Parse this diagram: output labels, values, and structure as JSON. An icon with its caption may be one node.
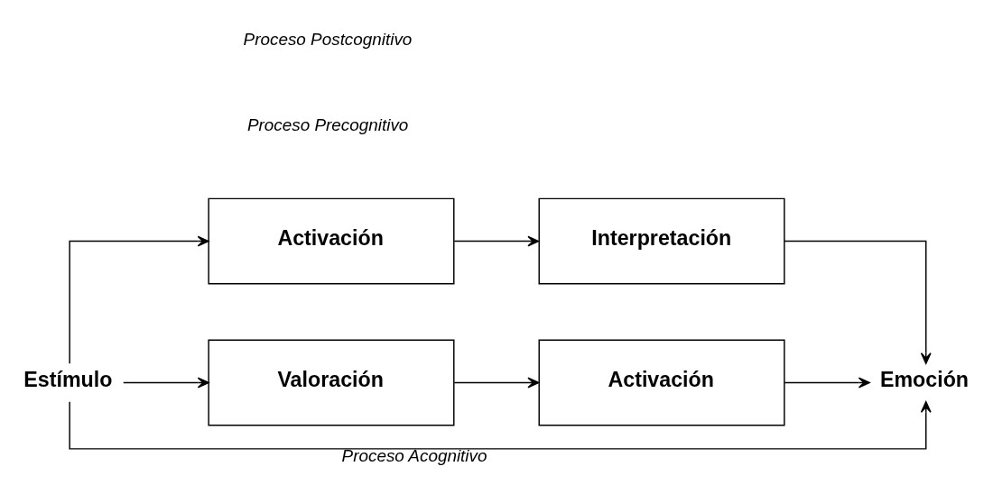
{
  "diagram": {
    "nodes": [
      {
        "text": [
          "Estímulo"
        ]
      },
      {
        "text": [
          "Activación"
        ]
      },
      {
        "text": [
          "Interpretación"
        ]
      },
      {
        "text": [
          "Valoración"
        ]
      },
      {
        "text": [
          "Activación"
        ]
      },
      {
        "text": [
          "Emoción"
        ]
      }
    ],
    "edges": [
      {
        "from": 0,
        "to": 1,
        "arrow": "to"
      },
      {
        "from": 1,
        "to": 2,
        "arrow": "to"
      },
      {
        "from": 2,
        "to": 5,
        "arrow": "to"
      },
      {
        "from": 0,
        "to": 5,
        "arrow": "to",
        "label": "Proceso Acognitivo"
      },
      {
        "from": 0,
        "to": 3,
        "arrow": "to"
      },
      {
        "from": 3,
        "to": 4,
        "arrow": "to"
      },
      {
        "from": 4,
        "to": 5,
        "arrow": "to"
      }
    ],
    "labels": [
      "Proceso Precognitivo",
      "Proceso Postcognitivo"
    ]
  }
}
